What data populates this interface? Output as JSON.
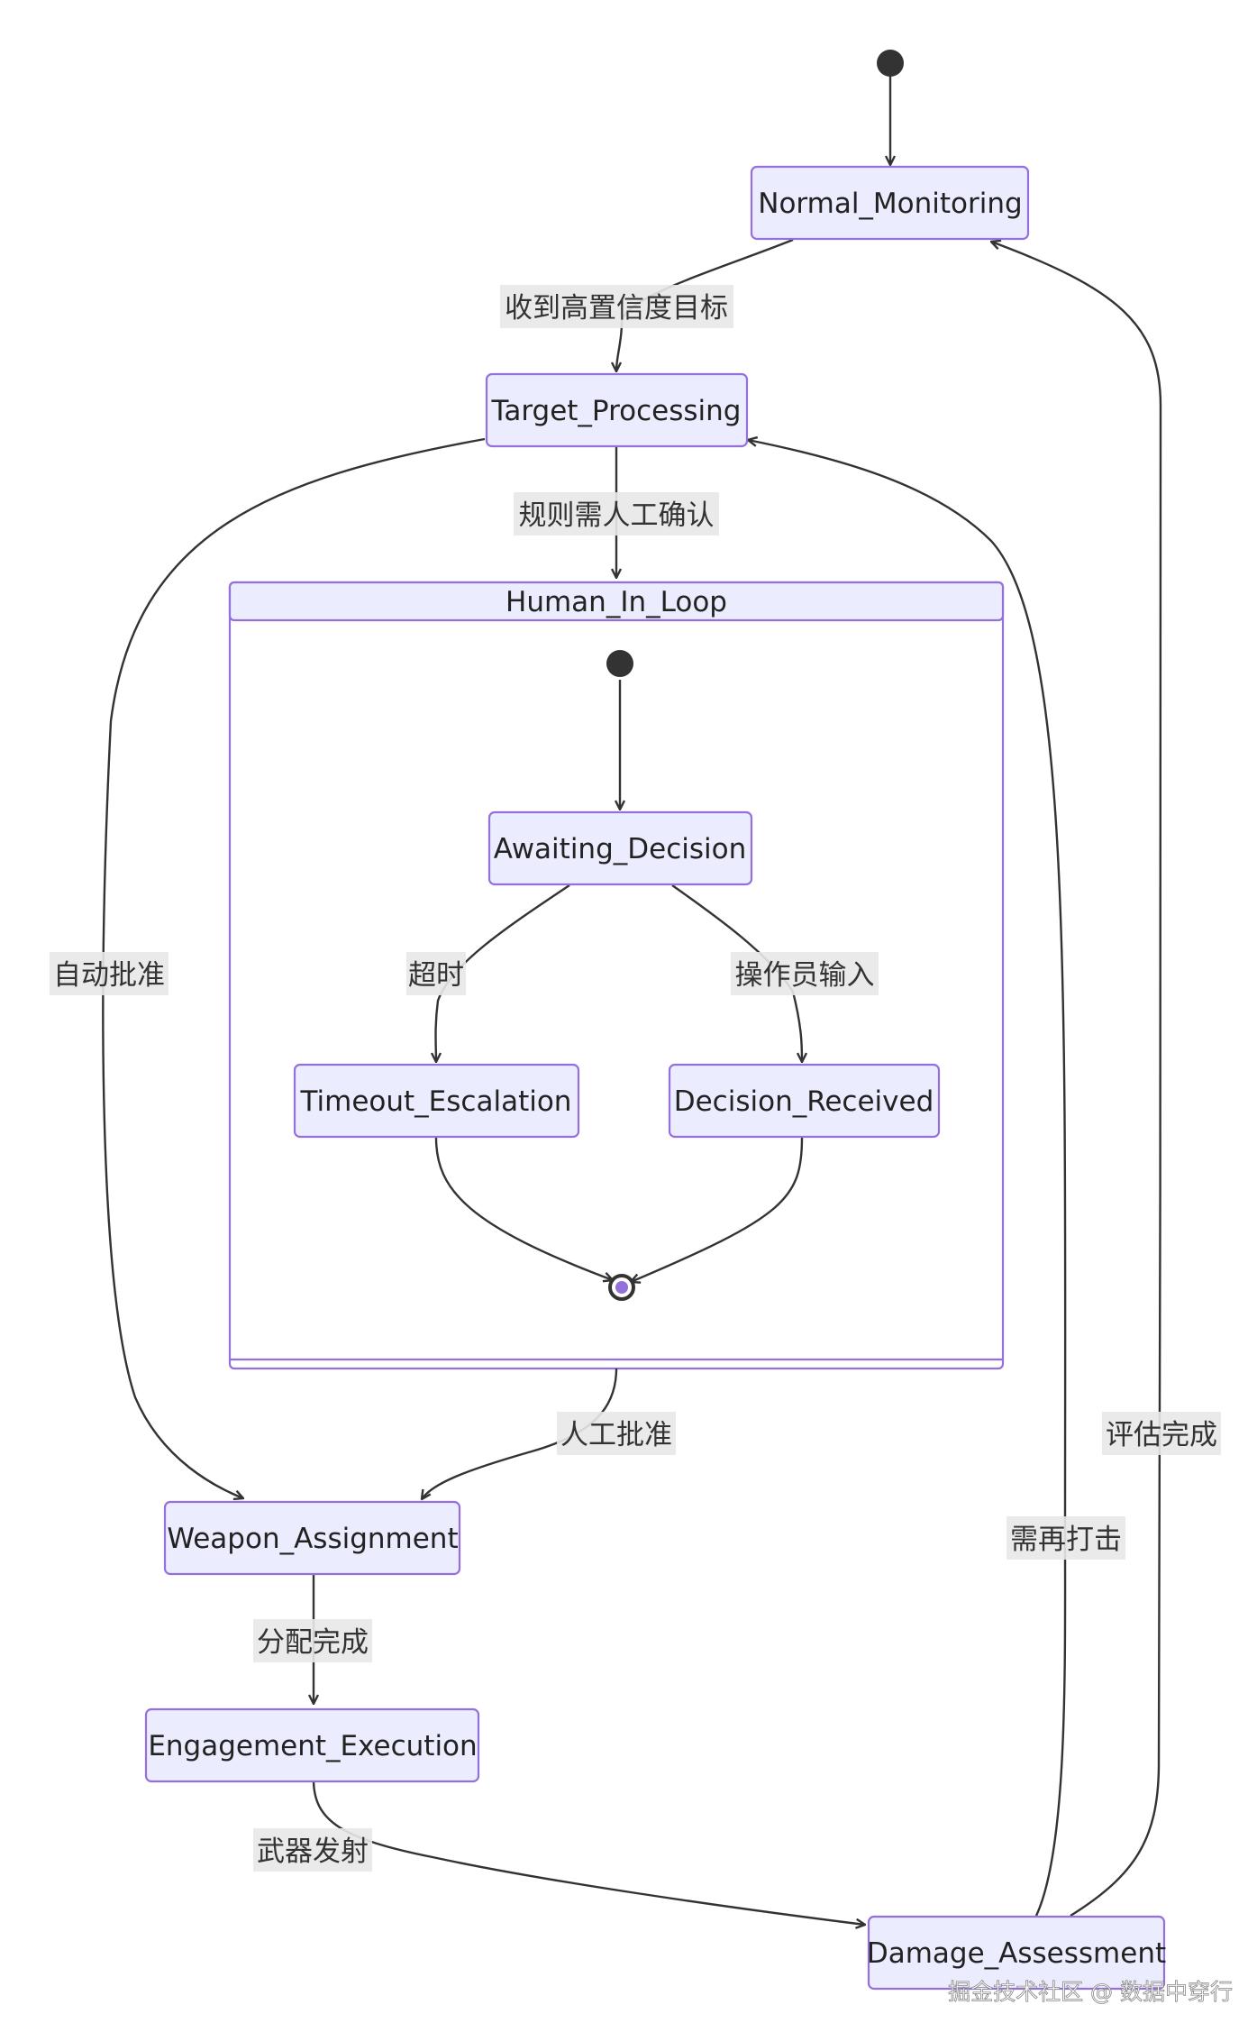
{
  "diagram": {
    "states": {
      "normal_monitoring": "Normal_Monitoring",
      "target_processing": "Target_Processing",
      "human_in_loop": "Human_In_Loop",
      "awaiting_decision": "Awaiting_Decision",
      "timeout_escalation": "Timeout_Escalation",
      "decision_received": "Decision_Received",
      "weapon_assignment": "Weapon_Assignment",
      "engagement_execution": "Engagement_Execution",
      "damage_assessment": "Damage_Assessment"
    },
    "transitions": {
      "high_confidence_target": "收到高置信度目标",
      "rule_needs_confirmation": "规则需人工确认",
      "auto_approve": "自动批准",
      "timeout": "超时",
      "operator_input": "操作员输入",
      "human_approve": "人工批准",
      "assignment_complete": "分配完成",
      "weapon_fired": "武器发射",
      "reattack_needed": "需再打击",
      "assessment_complete": "评估完成"
    },
    "watermark": "掘金技术社区 @ 数据中穿行"
  },
  "colors": {
    "node_fill": "#ECECFF",
    "node_stroke": "#9370DB",
    "edge": "#333333",
    "label_bg": "#e8e8e8"
  }
}
